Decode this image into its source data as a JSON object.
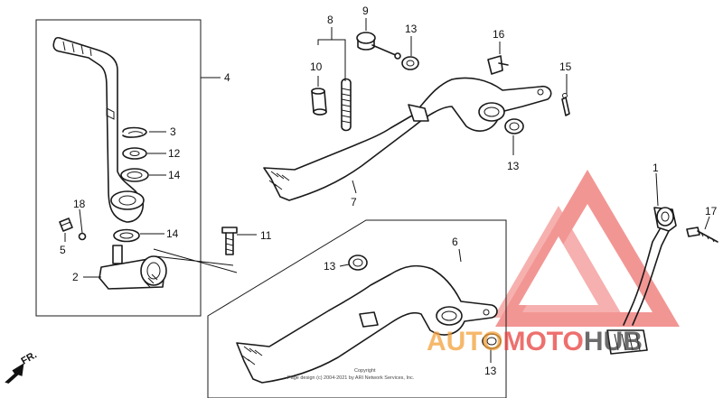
{
  "callouts": [
    "1",
    "2",
    "3",
    "4",
    "5",
    "6",
    "7",
    "8",
    "9",
    "10",
    "11",
    "12",
    "13",
    "13",
    "13",
    "13",
    "14",
    "14",
    "15",
    "16",
    "17",
    "18"
  ],
  "direction_label": "FR.",
  "copyright": {
    "line1": "Copyright",
    "line2": "Page design (c) 2004-2021 by ARI Network Services, Inc."
  },
  "watermark": {
    "part_a": "AUTO",
    "part_b": "MOTO",
    "part_c": "HUB",
    "color_red": "#e8413e",
    "color_orange": "#f3a13a",
    "color_dark": "#3a3a3a"
  }
}
